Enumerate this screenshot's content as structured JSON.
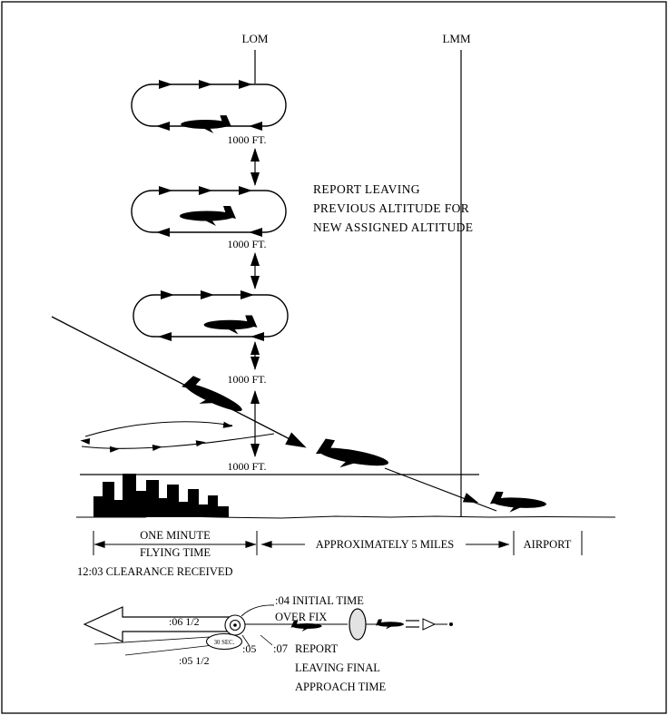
{
  "markers": {
    "lom": "LOM",
    "lmm": "LMM"
  },
  "stack": {
    "altitudes": [
      "1000 FT.",
      "1000 FT.",
      "1000 FT.",
      "1000 FT."
    ],
    "report_note": [
      "REPORT LEAVING",
      "PREVIOUS ALTITUDE FOR",
      "NEW ASSIGNED ALTITUDE"
    ]
  },
  "ground": {
    "one_minute": [
      "ONE MINUTE",
      "FLYING TIME"
    ],
    "five_miles": "APPROXIMATELY 5 MILES",
    "airport": "AIRPORT"
  },
  "timeline": {
    "clearance": "12:03 CLEARANCE RECEIVED",
    "initial_time": [
      ":04 INITIAL TIME",
      "OVER FIX"
    ],
    "t07": ":07",
    "report_final": [
      "REPORT",
      "LEAVING FINAL",
      "APPROACH TIME"
    ],
    "t06half": ":06 1/2",
    "t30sec": "30 SEC.",
    "t05": ":05",
    "t05half": ":05 1/2"
  },
  "colors": {
    "ink": "#000000",
    "paper": "#ffffff"
  }
}
